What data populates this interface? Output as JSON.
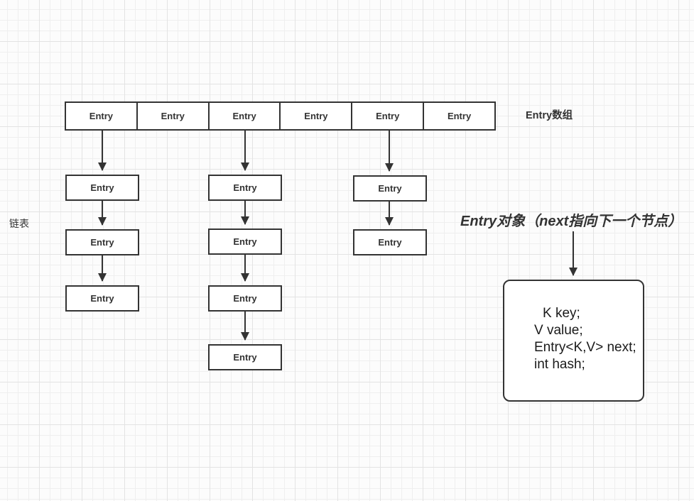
{
  "labels": {
    "array_label": "Entry数组",
    "linked_list_label": "链表",
    "entry_object_title": "Entry对象（next指向下一个节点）"
  },
  "array": {
    "cells": [
      "Entry",
      "Entry",
      "Entry",
      "Entry",
      "Entry",
      "Entry"
    ]
  },
  "chains": {
    "col1": [
      "Entry",
      "Entry",
      "Entry"
    ],
    "col3": [
      "Entry",
      "Entry",
      "Entry",
      "Entry"
    ],
    "col5": [
      "Entry",
      "Entry"
    ]
  },
  "entry_object": {
    "fields": [
      "K key;",
      "V value;",
      "Entry<K,V> next;",
      "int hash;"
    ]
  },
  "colors": {
    "stroke": "#333333",
    "text": "#333333",
    "node_fill": "#ffffff",
    "grid_minor": "#efefef",
    "grid_major": "#e3e3e3",
    "canvas_bg": "#fcfcfc"
  }
}
